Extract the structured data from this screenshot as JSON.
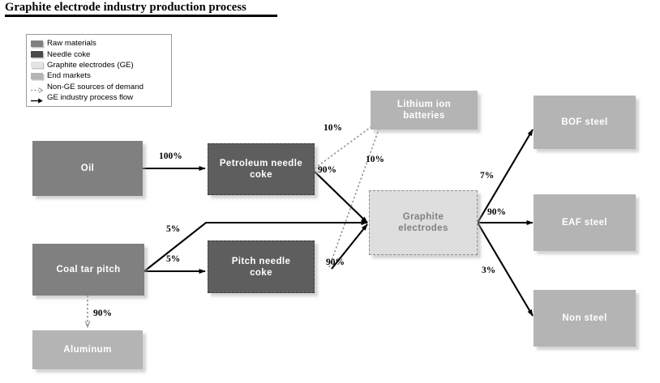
{
  "title": "Graphite electrode industry production process",
  "legend": {
    "items": [
      {
        "label": "Raw materials",
        "kind": "swatch",
        "color": "#808080",
        "icon": "swatch-raw-materials"
      },
      {
        "label": "Needle coke",
        "kind": "swatch",
        "color": "#4a4a4a",
        "icon": "swatch-needle-coke"
      },
      {
        "label": "Graphite electrodes (GE)",
        "kind": "swatch",
        "color": "#e4e4e4",
        "icon": "swatch-graphite-electrodes"
      },
      {
        "label": "End markets",
        "kind": "swatch",
        "color": "#b4b4b4",
        "icon": "swatch-end-markets"
      },
      {
        "label": "Non-GE sources of demand",
        "kind": "arrow",
        "color": "#9a9a9a",
        "icon": "dotted-arrow-icon"
      },
      {
        "label": "GE industry process flow",
        "kind": "arrow",
        "color": "#000000",
        "icon": "solid-arrow-icon"
      }
    ]
  },
  "nodes": {
    "oil": {
      "label": "Oil",
      "type": "raw"
    },
    "coal_tar_pitch": {
      "label": "Coal tar pitch",
      "type": "raw"
    },
    "petroleum_needle_coke": {
      "label": "Petroleum needle\ncoke",
      "type": "coke"
    },
    "pitch_needle_coke": {
      "label": "Pitch needle\ncoke",
      "type": "coke"
    },
    "graphite_electrodes": {
      "label": "Graphite\nelectrodes",
      "type": "ge"
    },
    "lithium_ion_batteries": {
      "label": "Lithium ion\nbatteries",
      "type": "market"
    },
    "bof_steel": {
      "label": "BOF steel",
      "type": "market"
    },
    "eaf_steel": {
      "label": "EAF steel",
      "type": "market"
    },
    "non_steel": {
      "label": "Non steel",
      "type": "market"
    },
    "aluminum": {
      "label": "Aluminum",
      "type": "market"
    }
  },
  "flows": [
    {
      "id": "oil-to-pnc",
      "label": "100%",
      "style": "solid",
      "from": "oil",
      "to": "petroleum_needle_coke"
    },
    {
      "id": "pnc-to-lib",
      "label": "10%",
      "style": "dotted",
      "from": "petroleum_needle_coke",
      "to": "lithium_ion_batteries"
    },
    {
      "id": "pnc-to-ge",
      "label": "90%",
      "style": "solid",
      "from": "petroleum_needle_coke",
      "to": "graphite_electrodes"
    },
    {
      "id": "ctp-to-ge",
      "label": "5%",
      "style": "solid",
      "from": "coal_tar_pitch",
      "to": "graphite_electrodes"
    },
    {
      "id": "ctp-to-pnc2",
      "label": "5%",
      "style": "solid",
      "from": "coal_tar_pitch",
      "to": "pitch_needle_coke"
    },
    {
      "id": "ctp-to-aluminum",
      "label": "90%",
      "style": "dotted",
      "from": "coal_tar_pitch",
      "to": "aluminum"
    },
    {
      "id": "pitchnc-to-lib",
      "label": "10%",
      "style": "dotted",
      "from": "pitch_needle_coke",
      "to": "lithium_ion_batteries"
    },
    {
      "id": "pitchnc-to-ge",
      "label": "90%",
      "style": "solid",
      "from": "pitch_needle_coke",
      "to": "graphite_electrodes"
    },
    {
      "id": "ge-to-bof",
      "label": "7%",
      "style": "solid",
      "from": "graphite_electrodes",
      "to": "bof_steel"
    },
    {
      "id": "ge-to-eaf",
      "label": "90%",
      "style": "solid",
      "from": "graphite_electrodes",
      "to": "eaf_steel"
    },
    {
      "id": "ge-to-nonsteel",
      "label": "3%",
      "style": "solid",
      "from": "graphite_electrodes",
      "to": "non_steel"
    }
  ]
}
